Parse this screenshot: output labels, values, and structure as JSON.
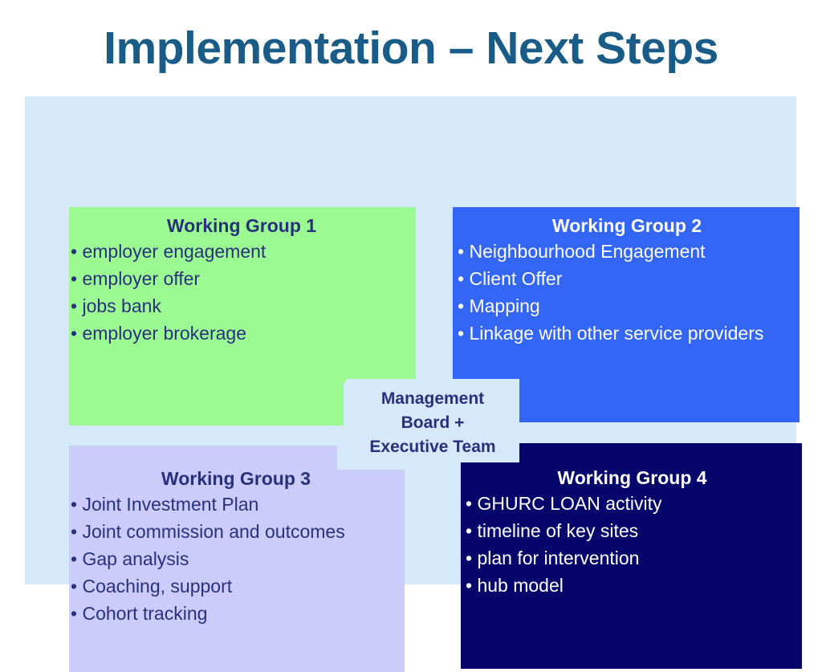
{
  "slide": {
    "title": "Implementation – Next Steps",
    "title_color": "#1A5C88",
    "panel_color": "#D5E9FA",
    "background_color": "#FFFFFF"
  },
  "board": {
    "lines": [
      "Management",
      "Board +",
      "Executive Team"
    ],
    "text_color": "#29307C",
    "fill_color": "#D5E9FA"
  },
  "groups": [
    {
      "id": "working-group-1",
      "title": "Working Group 1",
      "fill_color": "#9BFB92",
      "text_color": "#29307C",
      "items": [
        "employer engagement",
        "employer offer",
        "jobs bank",
        "employer brokerage"
      ]
    },
    {
      "id": "working-group-2",
      "title": "Working Group 2",
      "fill_color": "#3366F5",
      "text_color": "#FFFFFF",
      "items": [
        "Neighbourhood Engagement",
        "Client Offer",
        "Mapping",
        "Linkage with other service providers"
      ]
    },
    {
      "id": "working-group-3",
      "title": "Working Group 3",
      "fill_color": "#CCCCFB",
      "text_color": "#29307C",
      "items": [
        "Joint Investment Plan",
        "Joint commission and outcomes",
        "Gap analysis",
        "Coaching, support",
        "Cohort tracking"
      ]
    },
    {
      "id": "working-group-4",
      "title": "Working Group 4",
      "fill_color": "#06056B",
      "text_color": "#FFFFFF",
      "items": [
        "GHURC LOAN activity",
        "timeline of key sites",
        "plan for intervention",
        "hub model"
      ]
    }
  ]
}
